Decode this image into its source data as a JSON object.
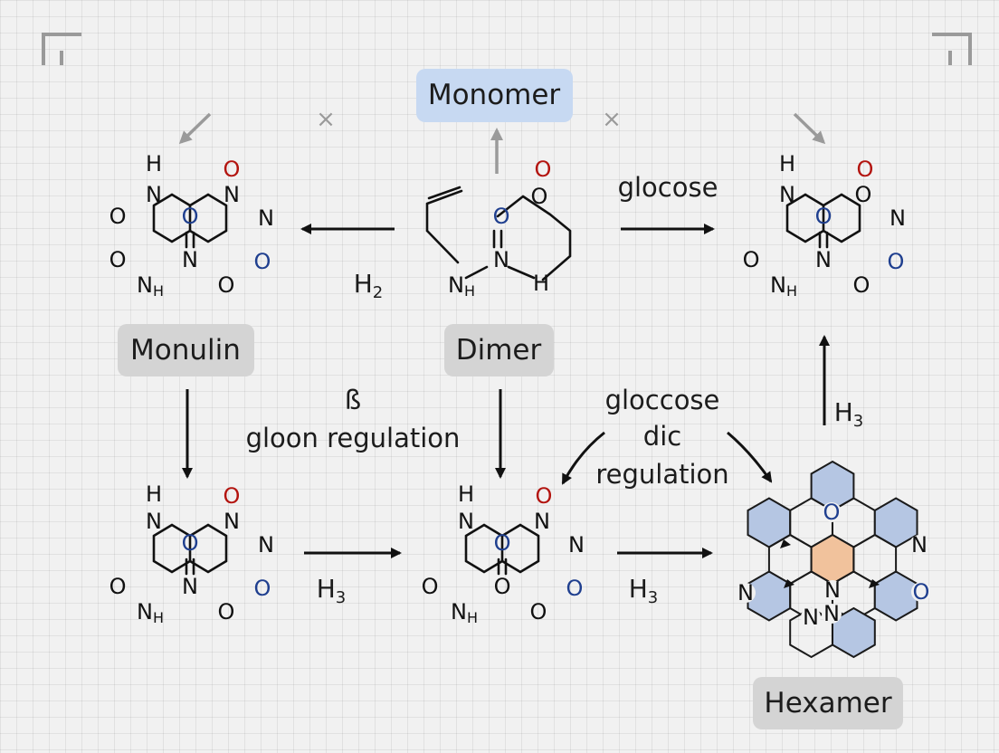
{
  "colors": {
    "monomer_box": "#c7d9f2",
    "label_box": "#d4d4d4",
    "oxygen_red": "#b3140f",
    "atom_blue": "#1f3f8f",
    "atom_black": "#111111",
    "ring_blue": "#b5c6e3",
    "ring_orange": "#f1c29c"
  },
  "labels": {
    "monomer": "Monomer",
    "monulin": "Monulin",
    "dimer": "Dimer",
    "hexamer": "Hexamer"
  },
  "arrow_labels": {
    "h2": "H",
    "h2_sub": "2",
    "glocose": "glocose",
    "beta": "ß",
    "gloon_regulation": "gloon regulation",
    "gloccose": "gloccose",
    "dic": "dic",
    "regulation": "regulation",
    "h3_right": "H",
    "h3_right_sub": "3",
    "h3_bottom_left": "H",
    "h3_bottom_left_sub": "3",
    "h3_bottom_mid": "H",
    "h3_bottom_mid_sub": "3"
  },
  "atoms": {
    "H": "H",
    "N": "N",
    "O": "O",
    "NH_N": "N",
    "NH_H": "H",
    "equals": "="
  },
  "decor": {
    "cross": "×",
    "corner_left_icon": "corner-bracket-icon",
    "corner_right_icon": "corner-bracket-icon"
  }
}
